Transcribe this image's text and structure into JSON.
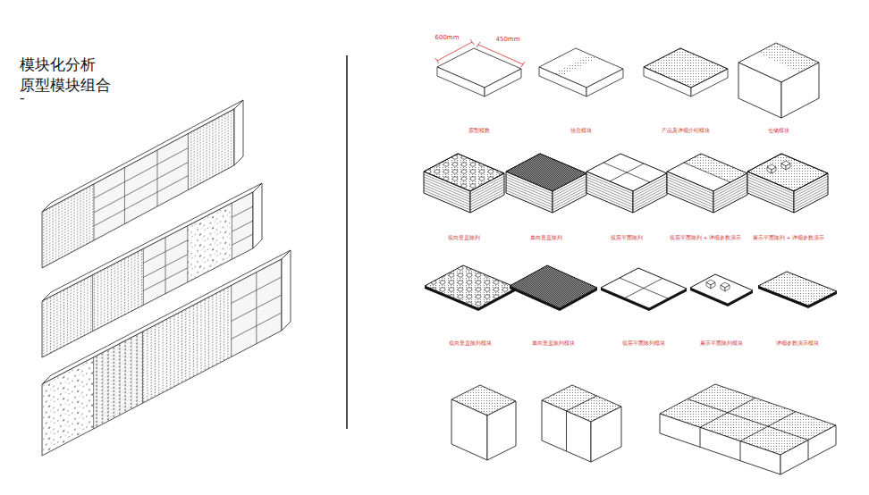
{
  "diagram": {
    "title": "模块化分析 原型模块组合",
    "labels": [
      "-",
      "600mm",
      "450mm",
      "原型模数",
      "信息模块",
      "产品及详细介绍模块",
      "仓储模块",
      "双向垂直陈列",
      "单向垂直陈列",
      "双层平面陈列",
      "双层平面陈列 + 详细参数演示",
      "展示平面陈列 + 详细参数演示",
      "双向垂直陈列模块",
      "单向垂直陈列模块",
      "双层平面陈列模块",
      "展示平面陈列模块",
      "详细参数演示模块"
    ]
  }
}
